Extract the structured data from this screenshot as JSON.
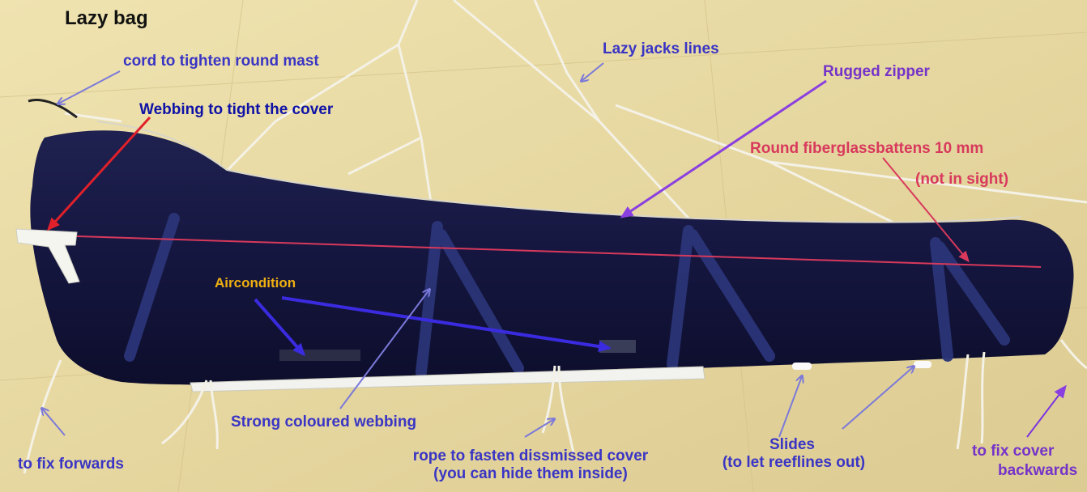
{
  "title": "Lazy bag",
  "labels": {
    "cord": "cord to tighten round mast",
    "lazy_jacks": "Lazy jacks lines",
    "zipper": "Rugged zipper",
    "webbing_tight": "Webbing to tight the cover",
    "battens_line1": "Round fiberglassbattens  10 mm",
    "battens_line2": "(not in sight)",
    "aircondition": "Aircondition",
    "strong_webbing": "Strong coloured webbing",
    "rope_line1": "rope to fasten dissmissed cover",
    "rope_line2": "(you can hide them inside)",
    "slides_line1": "Slides",
    "slides_line2": "(to let reeflines out)",
    "fix_forwards": "to fix forwards",
    "fix_back_line1": "to fix cover",
    "fix_back_line2": "backwards"
  },
  "colors": {
    "background": "#e9dca6",
    "cover": "#15163f",
    "label_blue": "#3a35c4",
    "label_navy": "#0f12a6",
    "label_gold": "#f0b010",
    "label_pink": "#d8395c",
    "label_violet": "#7533c9",
    "arrow_red": "#e0202a"
  }
}
